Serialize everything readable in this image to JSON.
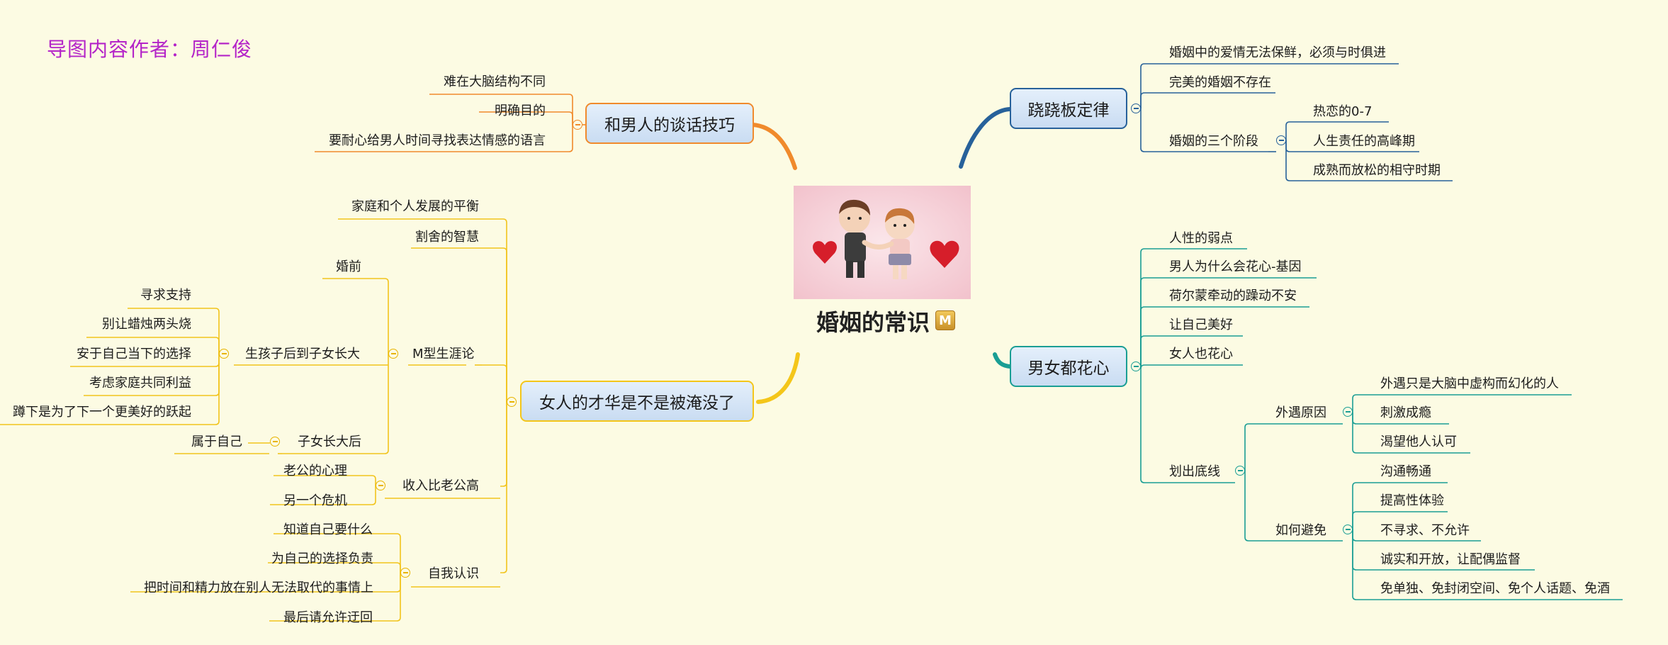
{
  "author": "导图内容作者：周仁俊",
  "center": {
    "title": "婚姻的常识",
    "badge": "M"
  },
  "colors": {
    "orange": "#f08a2c",
    "yellow": "#f4c61a",
    "blue": "#27619a",
    "teal": "#1a9e94"
  },
  "talk": {
    "title": "和男人的谈话技巧",
    "items": [
      "难在大脑结构不同",
      "明确目的",
      "要耐心给男人时间寻找表达情感的语言"
    ]
  },
  "talent": {
    "title": "女人的才华是不是被淹没了",
    "balance": "家庭和个人发展的平衡",
    "wisdom": "割舍的智慧",
    "mcurve": {
      "label": "M型生涯论",
      "before": "婚前",
      "kids": {
        "label": "生孩子后到子女长大",
        "items": [
          "寻求支持",
          "别让蜡烛两头烧",
          "安于自己当下的选择",
          "考虑家庭共同利益",
          "蹲下是为了下一个更美好的跃起"
        ]
      },
      "grown": {
        "label": "子女长大后",
        "item": "属于自己"
      }
    },
    "income": {
      "label": "收入比老公高",
      "items": [
        "老公的心理",
        "另一个危机"
      ]
    },
    "self": {
      "label": "自我认识",
      "items": [
        "知道自己要什么",
        "为自己的选择负责",
        "把时间和精力放在别人无法取代的事情上",
        "最后请允许迂回"
      ]
    }
  },
  "seesaw": {
    "title": "跷跷板定律",
    "love": "婚姻中的爱情无法保鲜，必须与时俱进",
    "perfect": "完美的婚姻不存在",
    "stages": {
      "label": "婚姻的三个阶段",
      "items": [
        "热恋的0-7",
        "人生责任的高峰期",
        "成熟而放松的相守时期"
      ]
    }
  },
  "cheat": {
    "title": "男女都花心",
    "items": [
      "人性的弱点",
      "男人为什么会花心-基因",
      "荷尔蒙牵动的躁动不安",
      "让自己美好",
      "女人也花心"
    ],
    "bottom": {
      "label": "划出底线",
      "reasons": {
        "label": "外遇原因",
        "items": [
          "外遇只是大脑中虚构而幻化的人",
          "刺激成瘾",
          "渴望他人认可"
        ]
      },
      "avoid": {
        "label": "如何避免",
        "items": [
          "沟通畅通",
          "提高性体验",
          "不寻求、不允许",
          "诚实和开放，让配偶监督",
          "免单独、免封闭空间、免个人话题、免酒"
        ]
      }
    }
  }
}
